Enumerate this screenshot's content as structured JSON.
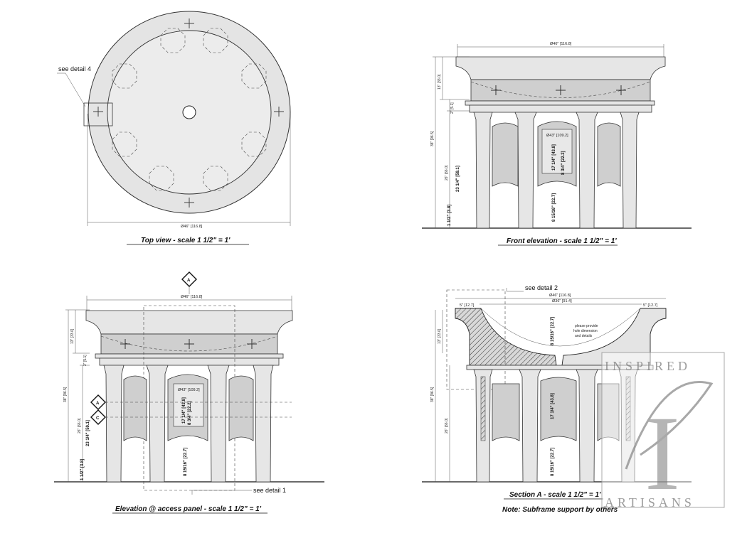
{
  "captions": {
    "top_view": "Top view - scale 1 1/2\" = 1'",
    "front_elevation": "Front elevation - scale 1 1/2\" = 1'",
    "access_elevation": "Elevation @ access panel - scale 1 1/2\" = 1'",
    "section_a": "Section A - scale 1 1/2\" = 1'"
  },
  "notes": {
    "see_detail_4": "see detail 4",
    "see_detail_2": "see detail 2",
    "see_detail_1": "see detail 1",
    "subframe": "Note: Subframe support by others",
    "hole_note_1": "please provide",
    "hole_note_2": "hole dimension",
    "hole_note_3": "and details"
  },
  "dimensions": {
    "overall_dia": "Ø46\" [116.8]",
    "inner_dia": "Ø36\" [91.4]",
    "shaft_dia": "Ø43\" [109.2]",
    "rim_5": "5\" [12.7]",
    "height_13": "13\" [33.0]",
    "height_2": "2\" [5.1]",
    "height_38": "38\" [96.5]",
    "height_26": "26\" [66.0]",
    "panel_h": "17 1/4\" [43.8]",
    "panel_w": "23 1/4\" [59.1]",
    "slot": "8 3/4\" [22.2]",
    "leg": "8 15/16\" [22.7]",
    "base": "1 1/2\" [3.8]"
  },
  "section_markers": {
    "top_marker": "A",
    "left_marker_1": "A",
    "left_marker_2": "C"
  },
  "watermark": {
    "line1": "INSPIRED",
    "line2": "ARTISANS",
    "monogram": "I"
  }
}
